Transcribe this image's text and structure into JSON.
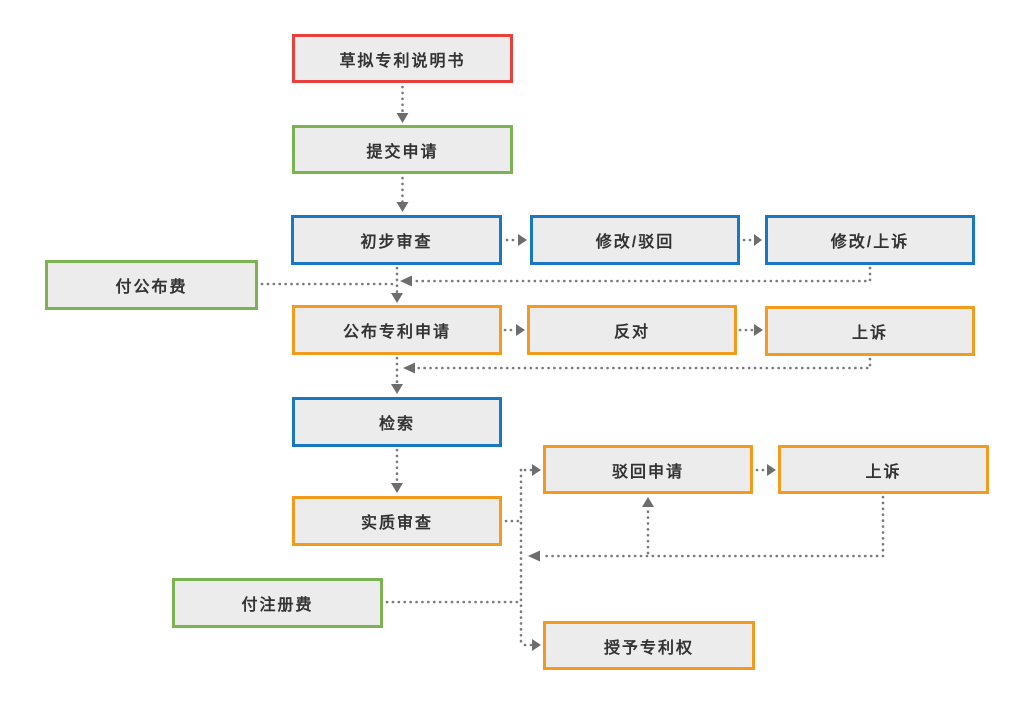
{
  "diagram": {
    "title": "Patent application process flowchart",
    "background": "#ffffff",
    "box_fill": "#ececec",
    "text_color": "#333333",
    "connector_color": "#7a7a7a",
    "arrowhead_color": "#6d6d6d",
    "connector_style": "dotted",
    "palette": {
      "red": "#e8403a",
      "green": "#7bb353",
      "blue": "#1a78c2",
      "orange": "#f29b1d"
    },
    "nodes": [
      {
        "id": "draft-spec",
        "label": "草拟专利说明书",
        "border": "#e8403a"
      },
      {
        "id": "submit-application",
        "label": "提交申请",
        "border": "#7bb353"
      },
      {
        "id": "preliminary-exam",
        "label": "初步审查",
        "border": "#1a78c2"
      },
      {
        "id": "amend-reject",
        "label": "修改/驳回",
        "border": "#1a78c2"
      },
      {
        "id": "amend-appeal",
        "label": "修改/上诉",
        "border": "#1a78c2"
      },
      {
        "id": "pay-publication-fee",
        "label": "付公布费",
        "border": "#7bb353"
      },
      {
        "id": "publish-application",
        "label": "公布专利申请",
        "border": "#f29b1d"
      },
      {
        "id": "opposition",
        "label": "反对",
        "border": "#f29b1d"
      },
      {
        "id": "appeal-after-opposition",
        "label": "上诉",
        "border": "#f29b1d"
      },
      {
        "id": "search",
        "label": "检索",
        "border": "#1a78c2"
      },
      {
        "id": "substantive-exam",
        "label": "实质审查",
        "border": "#f29b1d"
      },
      {
        "id": "reject-application",
        "label": "驳回申请",
        "border": "#f29b1d"
      },
      {
        "id": "appeal-after-rejection",
        "label": "上诉",
        "border": "#f29b1d"
      },
      {
        "id": "pay-registration-fee",
        "label": "付注册费",
        "border": "#7bb353"
      },
      {
        "id": "grant-patent",
        "label": "授予专利权",
        "border": "#f29b1d"
      }
    ],
    "edges": [
      {
        "from": "draft-spec",
        "to": "submit-application"
      },
      {
        "from": "submit-application",
        "to": "preliminary-exam"
      },
      {
        "from": "preliminary-exam",
        "to": "amend-reject"
      },
      {
        "from": "amend-reject",
        "to": "amend-appeal"
      },
      {
        "from": "amend-appeal",
        "to": "publish-application"
      },
      {
        "from": "pay-publication-fee",
        "to": "publish-application"
      },
      {
        "from": "preliminary-exam",
        "to": "publish-application"
      },
      {
        "from": "publish-application",
        "to": "opposition"
      },
      {
        "from": "opposition",
        "to": "appeal-after-opposition"
      },
      {
        "from": "appeal-after-opposition",
        "to": "search"
      },
      {
        "from": "publish-application",
        "to": "search"
      },
      {
        "from": "search",
        "to": "substantive-exam"
      },
      {
        "from": "substantive-exam",
        "to": "reject-application"
      },
      {
        "from": "reject-application",
        "to": "appeal-after-rejection"
      },
      {
        "from": "appeal-after-rejection",
        "to": "reject-application"
      },
      {
        "from": "appeal-after-rejection",
        "to": "grant-patent"
      },
      {
        "from": "pay-registration-fee",
        "to": "grant-patent"
      },
      {
        "from": "substantive-exam",
        "to": "grant-patent"
      }
    ]
  }
}
